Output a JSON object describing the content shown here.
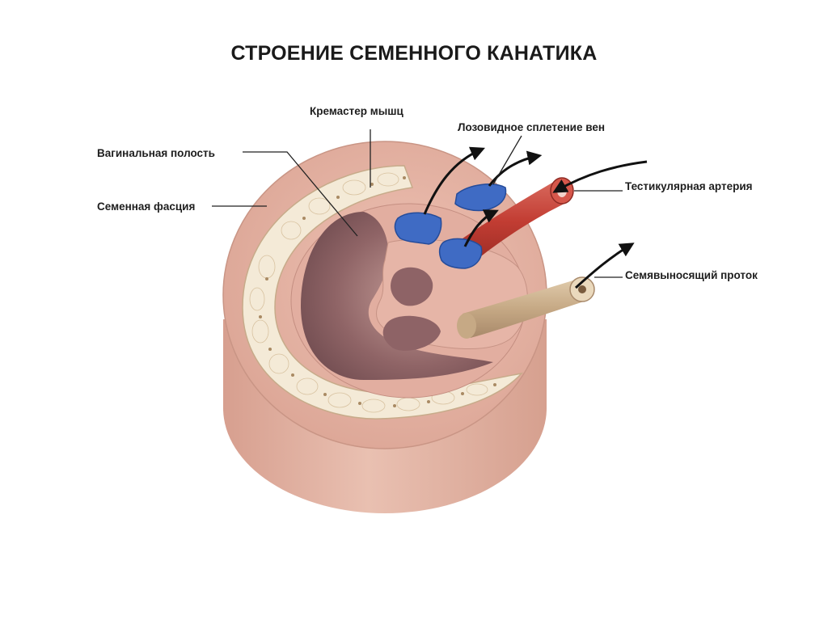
{
  "title": "СТРОЕНИЕ СЕМЕННОГО КАНАТИКА",
  "labels": {
    "cremaster": "Кремастер мышц",
    "plexus": "Лозовидное сплетение вен",
    "vaginal_cavity": "Вагинальная полость",
    "seminal_fascia": "Семенная фасция",
    "testicular_artery": "Тестикулярная артерия",
    "vas_deferens": "Семявыносящий проток"
  },
  "colors": {
    "tissue": "#e4b4a4",
    "tissue_dark": "#c98f80",
    "cavity": "#9a6e6e",
    "fat_layer": "#f3ead6",
    "vein": "#3f6bc4",
    "artery": "#c5443a",
    "duct": "#c9b08e"
  }
}
